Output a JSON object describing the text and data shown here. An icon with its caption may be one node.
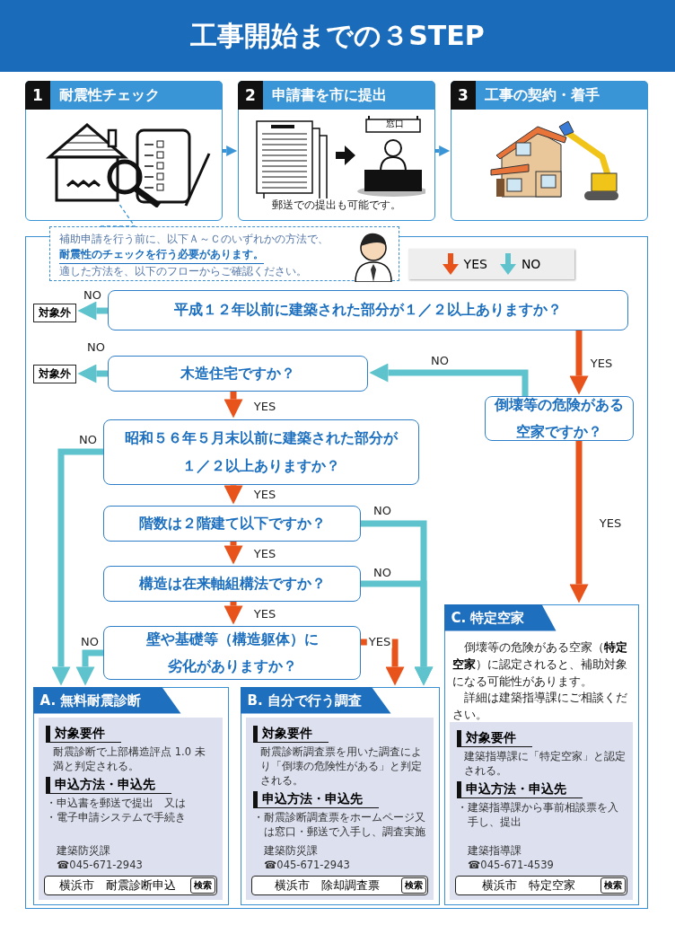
{
  "diagram": {
    "title": "工事開始までの３STEP",
    "nodes": [
      {
        "text": [
          "1",
          "耐震性チェック"
        ]
      },
      {
        "text": [
          "2",
          "申請書を市に提出",
          "郵送での提出も可能です。"
        ]
      },
      {
        "text": [
          "3",
          "工事の契約・着手"
        ]
      },
      {
        "text": [
          "補助申請を行う前に、以下Ａ～Ｃのいずれかの方法で、**耐震性のチェックを行う必要があります。**適した方法を、以下のフローからご確認ください。"
        ]
      },
      {
        "text": [
          "平成１２年以前に建築された部分が１／２以上ありますか？"
        ]
      },
      {
        "text": [
          "対象外"
        ]
      },
      {
        "text": [
          "木造住宅ですか？"
        ]
      },
      {
        "text": [
          "対象外"
        ]
      },
      {
        "text": [
          "倒壊等の危険がある空家ですか？"
        ]
      },
      {
        "text": [
          "昭和５６年５月末以前に建築された部分が１／２以上ありますか？"
        ]
      },
      {
        "text": [
          "階数は２階建て以下ですか？"
        ]
      },
      {
        "text": [
          "構造は在来軸組構法ですか？"
        ]
      },
      {
        "text": [
          "壁や基礎等（構造躯体）に劣化がありますか？"
        ]
      },
      {
        "text": [
          "A. 無料耐震診断"
        ]
      },
      {
        "text": [
          "対象要件",
          "耐震診断で上部構造評点 1.0 未満と判定される。",
          "申込方法・申込先",
          "・申込書を郵送で提出　又は",
          "・電子申請システムで手続き",
          "建築防災課",
          "☎045-671-2943"
        ],
        "in": 13
      },
      {
        "text": [
          "横浜市　耐震診断申込",
          "検索"
        ],
        "in": 14
      },
      {
        "text": [
          "B. 自分で行う調査"
        ]
      },
      {
        "text": [
          "対象要件",
          "耐震診断調査票を用いた調査により「倒壊の危険性がある」と判定される。",
          "申込方法・申込先",
          "・耐震診断調査票をホームページ又は窓口・郵送で入手し、調査実施",
          "建築防災課",
          "☎045-671-2943"
        ],
        "in": 16
      },
      {
        "text": [
          "横浜市　除却調査票",
          "検索"
        ],
        "in": 17
      },
      {
        "text": [
          "C. 特定空家",
          "倒壊等の危険がある空家（**特定空家**）に認定されると、補助対象になる可能性があります。",
          "詳細は建築指導課にご相談ください。"
        ]
      },
      {
        "text": [
          "対象要件",
          "建築指導課に「特定空家」と認定される。",
          "申込方法・申込先",
          "・建築指導課から事前相談票を入手し、提出",
          "建築指導課",
          "☎045-671-4539"
        ],
        "in": 19
      },
      {
        "text": [
          "横浜市　特定空家",
          "検索"
        ],
        "in": 20
      }
    ],
    "edges": [
      {
        "from": 0,
        "to": 1,
        "arrow": "to"
      },
      {
        "from": 1,
        "to": 2,
        "arrow": "to"
      },
      {
        "from": 3,
        "to": 0,
        "arrow": "none",
        "style": "dashed"
      },
      {
        "from": 4,
        "to": 5,
        "arrow": "to",
        "label": "NO",
        "color": "#5ec3cc"
      },
      {
        "from": 4,
        "to": 8,
        "arrow": "to",
        "label": "YES",
        "color": "#e8531b"
      },
      {
        "from": 8,
        "to": 6,
        "arrow": "to",
        "label": "NO",
        "color": "#5ec3cc"
      },
      {
        "from": 6,
        "to": 7,
        "arrow": "to",
        "label": "NO",
        "color": "#5ec3cc"
      },
      {
        "from": 6,
        "to": 9,
        "arrow": "to",
        "label": "YES",
        "color": "#e8531b"
      },
      {
        "from": 9,
        "to": 13,
        "arrow": "to",
        "label": "NO",
        "color": "#5ec3cc"
      },
      {
        "from": 9,
        "to": 10,
        "arrow": "to",
        "label": "YES",
        "color": "#e8531b"
      },
      {
        "from": 10,
        "to": 16,
        "arrow": "to",
        "label": "NO",
        "color": "#5ec3cc"
      },
      {
        "from": 10,
        "to": 11,
        "arrow": "to",
        "label": "YES",
        "color": "#e8531b"
      },
      {
        "from": 11,
        "to": 16,
        "arrow": "to",
        "label": "NO",
        "color": "#5ec3cc"
      },
      {
        "from": 11,
        "to": 12,
        "arrow": "to",
        "label": "YES",
        "color": "#e8531b"
      },
      {
        "from": 12,
        "to": 13,
        "arrow": "to",
        "label": "NO",
        "color": "#5ec3cc"
      },
      {
        "from": 12,
        "to": 16,
        "arrow": "to",
        "label": "YES",
        "color": "#e8531b"
      },
      {
        "from": 8,
        "to": 19,
        "arrow": "to",
        "label": "YES",
        "color": "#e8531b"
      }
    ],
    "labels": [
      "窓口"
    ],
    "legend": [
      {
        "text": "YES"
      },
      {
        "text": "NO"
      }
    ]
  }
}
